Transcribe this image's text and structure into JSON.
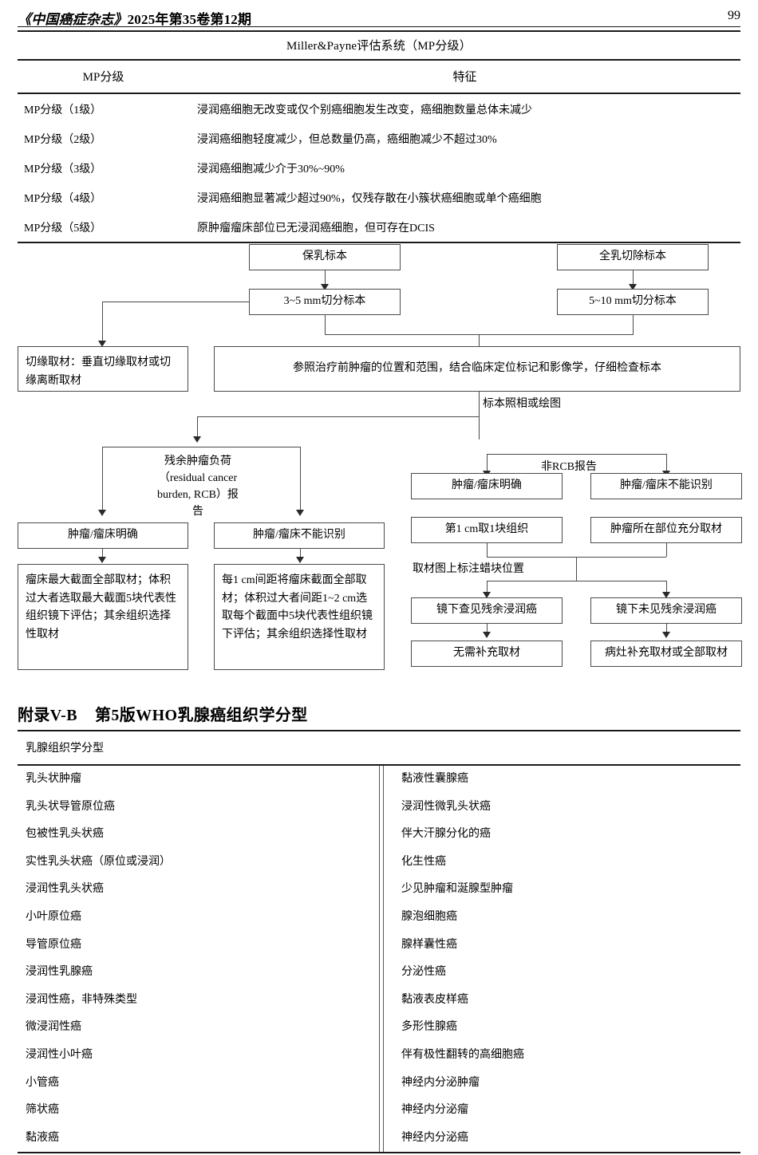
{
  "running_head": {
    "journal_name": "《中国癌症杂志》",
    "issue_info": "2025年第35卷第12期",
    "page_number": "99"
  },
  "mp_table": {
    "caption": "Miller&Payne评估系统（MP分级）",
    "headers": [
      "MP分级",
      "特征"
    ],
    "rows": [
      {
        "grade": "MP分级（1级）",
        "feature": "浸润癌细胞无改变或仅个别癌细胞发生改变，癌细胞数量总体未减少"
      },
      {
        "grade": "MP分级（2级）",
        "feature": "浸润癌细胞轻度减少，但总数量仍高，癌细胞减少不超过30%"
      },
      {
        "grade": "MP分级（3级）",
        "feature": "浸润癌细胞减少介于30%~90%"
      },
      {
        "grade": "MP分级（4级）",
        "feature": "浸润癌细胞显著减少超过90%，仅残存散在小簇状癌细胞或单个癌细胞"
      },
      {
        "grade": "MP分级（5级）",
        "feature": "原肿瘤瘤床部位已无浸润癌细胞，但可存在DCIS"
      }
    ]
  },
  "flowchart": {
    "boxes": {
      "breast_conserving_specimen": "保乳标本",
      "mastectomy_specimen": "全乳切除标本",
      "slice_3_5mm": "3~5 mm切分标本",
      "slice_5_10mm": "5~10 mm切分标本",
      "margin_sampling": "切缘取材：垂直切缘取材或切缘离断取材",
      "reference_examination": "参照治疗前肿瘤的位置和范围，结合临床定位标记和影像学，仔细检查标本",
      "rcb_report": "残余肿瘤负荷\n（residual cancer\nburden, RCB）报告",
      "rcb_tumor_clear": "肿瘤/瘤床明确",
      "rcb_tumor_unclear": "肿瘤/瘤床不能识别",
      "rcb_clear_detail": "瘤床最大截面全部取材；体积过大者选取最大截面5块代表性组织镜下评估；其余组织选择性取材",
      "rcb_unclear_detail": "每1 cm间距将瘤床截面全部取材；体积过大者间距1~2 cm选取每个截面中5块代表性组织镜下评估；其余组织选择性取材",
      "nonrcb_tumor_clear": "肿瘤/瘤床明确",
      "nonrcb_tumor_unclear": "肿瘤/瘤床不能识别",
      "sample_1cm_block": "第1 cm取1块组织",
      "tumor_site_sampling": "肿瘤所在部位充分取材",
      "residual_found": "镜下查见残余浸润癌",
      "residual_not_found": "镜下未见残余浸润癌",
      "no_extra_sampling": "无需补充取材",
      "extra_sampling": "病灶补充取材或全部取材"
    },
    "labels": {
      "photo_or_drawing": "标本照相或绘图",
      "nonrcb_report": "非RCB报告",
      "wax_block_mark": "取材图上标注蜡块位置"
    },
    "rcb_lines": [
      "残余肿瘤负荷",
      "（residual cancer",
      "burden, RCB）报告"
    ]
  },
  "appendix": {
    "number": "附录V-B",
    "title": "第5版WHO乳腺癌组织学分型"
  },
  "who_table": {
    "subheader": "乳腺组织学分型",
    "left_column": [
      "乳头状肿瘤",
      "乳头状导管原位癌",
      "包被性乳头状癌",
      "实性乳头状癌（原位或浸润）",
      "浸润性乳头状癌",
      "小叶原位癌",
      "导管原位癌",
      "浸润性乳腺癌",
      "浸润性癌，非特殊类型",
      "微浸润性癌",
      "浸润性小叶癌",
      "小管癌",
      "筛状癌",
      "黏液癌"
    ],
    "right_column": [
      "黏液性囊腺癌",
      "浸润性微乳头状癌",
      "伴大汗腺分化的癌",
      "化生性癌",
      "少见肿瘤和涎腺型肿瘤",
      "腺泡细胞癌",
      "腺样囊性癌",
      "分泌性癌",
      "黏液表皮样癌",
      "多形性腺癌",
      "伴有极性翻转的高细胞癌",
      "神经内分泌肿瘤",
      "神经内分泌瘤",
      "神经内分泌癌"
    ]
  }
}
